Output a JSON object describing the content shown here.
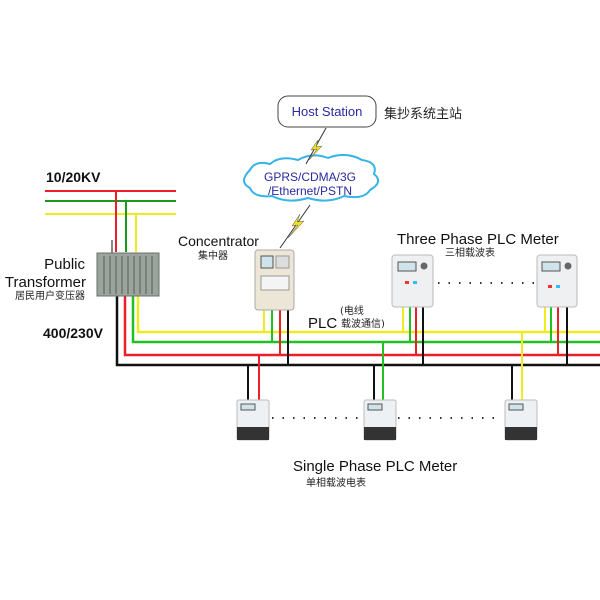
{
  "host_station": {
    "label": "Host Station",
    "cn": "集抄系统主站"
  },
  "network": {
    "line1": "GPRS/CDMA/3G",
    "line2": "/Ethernet/PSTN"
  },
  "high_voltage": {
    "label": "10/20KV"
  },
  "transformer": {
    "line1": "Public",
    "line2": "Transformer",
    "cn": "居民用户变压器"
  },
  "low_voltage": {
    "label": "400/230V"
  },
  "concentrator": {
    "label": "Concentrator",
    "cn": "集中器"
  },
  "three_phase": {
    "label": "Three Phase PLC Meter",
    "cn": "三相载波表"
  },
  "plc": {
    "label": "PLC",
    "cn1": "(电线",
    "cn2": "载波通信)"
  },
  "single_phase": {
    "label": "Single Phase PLC Meter",
    "cn": "单相载波电表"
  },
  "colors": {
    "red": "#e8202a",
    "green": "#22c022",
    "yellow": "#f2ea20",
    "black": "#111111",
    "host_text": "#2a2aa0",
    "cloud_border": "#35b4e8"
  }
}
